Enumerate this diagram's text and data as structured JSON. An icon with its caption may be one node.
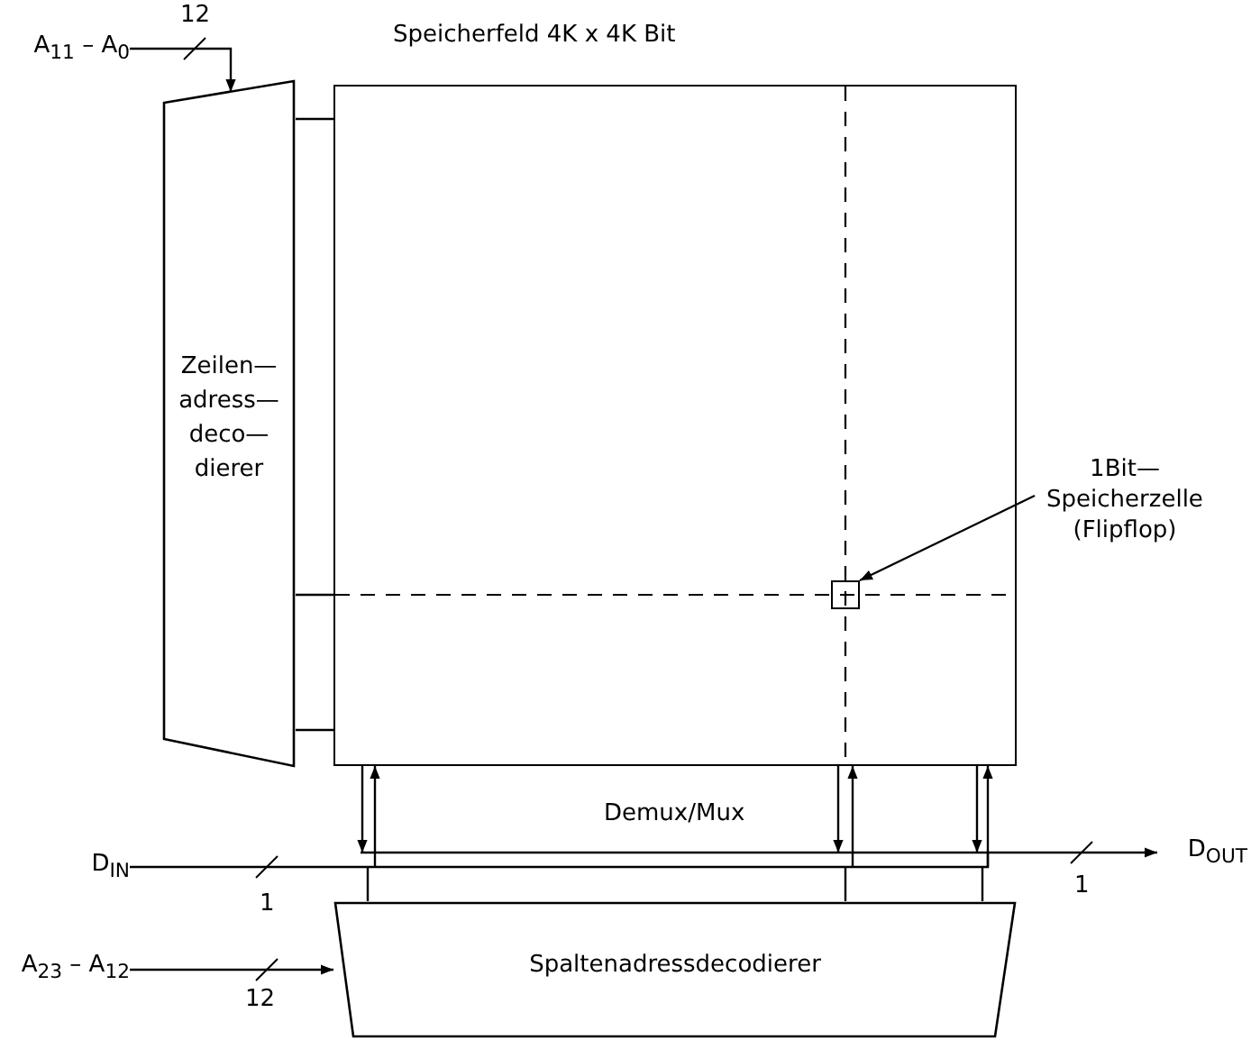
{
  "diagram": {
    "nodes": [
      {
        "text": [
          "A$_{11}$ – A$_{0}$"
        ]
      },
      {
        "text": [
          "Zeilen— adress— deco— dierer"
        ]
      },
      {
        "text": [
          "Speicherfeld 4K x 4K Bit"
        ]
      },
      {
        "text": [],
        "shape": "box",
        "in": 2
      },
      {
        "text": [
          "1Bit— Speicherzelle (Flipflop)"
        ]
      },
      {
        "text": [
          "Demux/Mux"
        ]
      },
      {
        "text": [
          "D$_{IN}$"
        ]
      },
      {
        "text": [
          "D$_{OUT}$"
        ]
      },
      {
        "text": [
          "Spaltenadressdecodierer"
        ]
      },
      {
        "text": [
          "A$_{23}$ – A$_{12}$"
        ]
      }
    ],
    "edges": [
      {
        "from": 0,
        "to": 1,
        "arrow": "to",
        "label": "12"
      },
      {
        "from": 1,
        "to": 2,
        "arrow": "none"
      },
      {
        "from": 1,
        "to": 2,
        "arrow": "none"
      },
      {
        "from": 1,
        "to": 2,
        "arrow": "none"
      },
      {
        "from": 4,
        "to": 3,
        "arrow": "to"
      },
      {
        "from": 2,
        "to": 5,
        "arrow": "to"
      },
      {
        "from": 5,
        "to": 2,
        "arrow": "to"
      },
      {
        "from": 2,
        "to": 5,
        "arrow": "to"
      },
      {
        "from": 5,
        "to": 2,
        "arrow": "to"
      },
      {
        "from": 2,
        "to": 5,
        "arrow": "to"
      },
      {
        "from": 5,
        "to": 2,
        "arrow": "to"
      },
      {
        "from": 6,
        "to": 5,
        "arrow": "none",
        "label": "1"
      },
      {
        "from": 5,
        "to": 7,
        "arrow": "to",
        "label": "1"
      },
      {
        "from": 9,
        "to": 8,
        "arrow": "to",
        "label": "12"
      },
      {
        "from": 8,
        "to": 5,
        "arrow": "none"
      },
      {
        "from": 8,
        "to": 5,
        "arrow": "none"
      },
      {
        "from": 8,
        "to": 5,
        "arrow": "none"
      }
    ]
  }
}
